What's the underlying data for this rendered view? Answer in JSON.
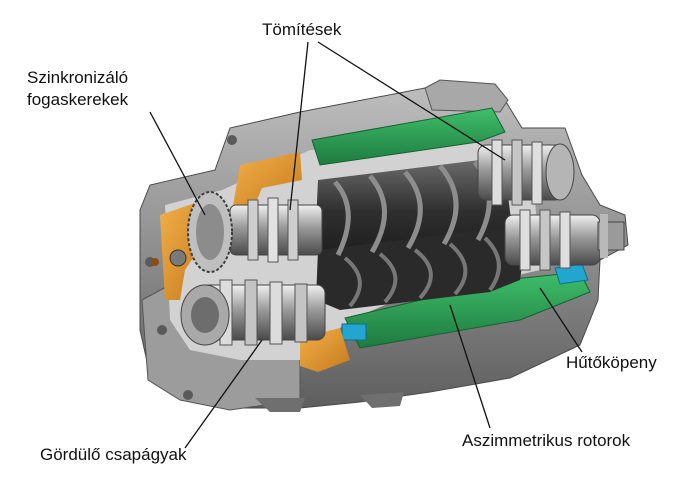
{
  "labels": {
    "seals": "Tömítések",
    "sync_gears_line1": "Szinkronizáló",
    "sync_gears_line2": "fogaskerekek",
    "cooling_jacket": "Hűtőköpeny",
    "asymmetric_rotors": "Aszimmetrikus rotorok",
    "rolling_bearings": "Gördülő csapágyak"
  },
  "colors": {
    "housing_gray": "#8f8f8f",
    "housing_dark": "#5a5a5a",
    "cooling_green": "#2e9a54",
    "cooling_blue": "#22a6cf",
    "oil_orange": "#e0962e",
    "rotor_dark": "#3a3a3a",
    "leader_line": "#111111"
  }
}
